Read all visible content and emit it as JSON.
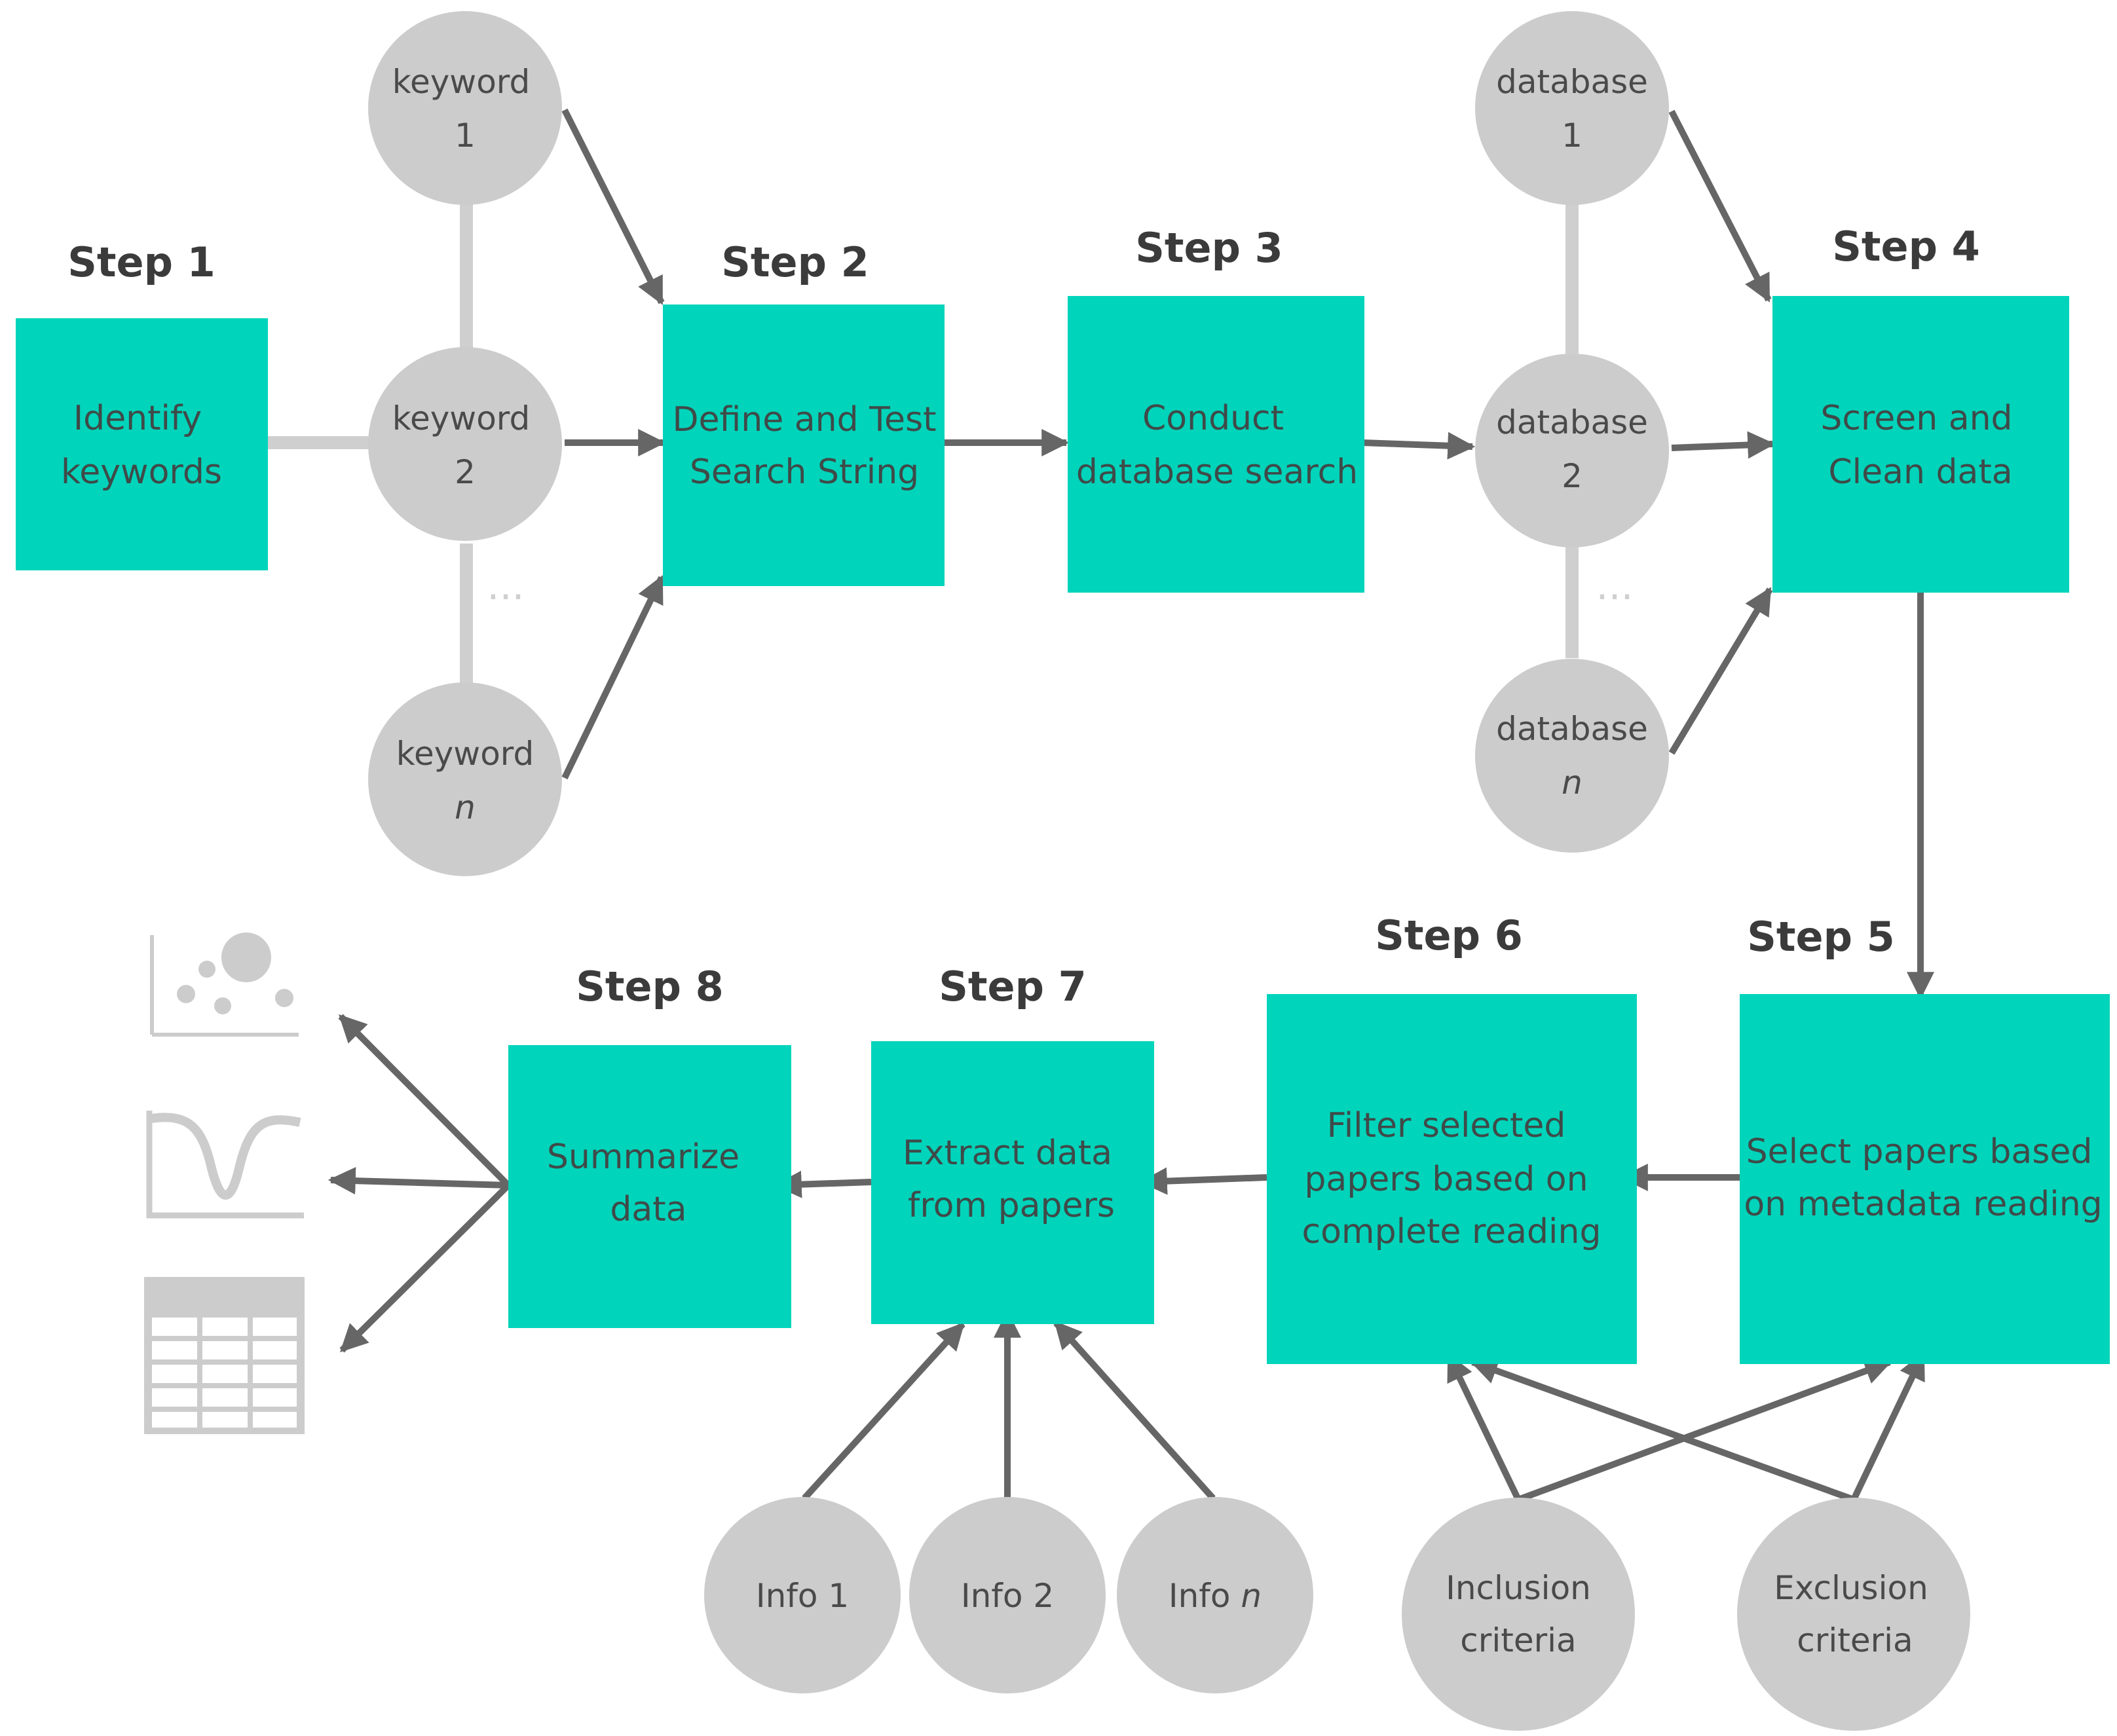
{
  "colors": {
    "box": "#00d4bb",
    "circle": "#cccccc",
    "connector": "#cfcfcf",
    "arrow": "#666666",
    "icon": "#cccccc"
  },
  "steps": {
    "s1": {
      "title": "Step 1",
      "line1": "Identify",
      "line2": "keywords"
    },
    "s2": {
      "title": "Step 2",
      "line1": "Define and Test",
      "line2": "Search String"
    },
    "s3": {
      "title": "Step 3",
      "line1": "Conduct",
      "line2": "database search"
    },
    "s4": {
      "title": "Step 4",
      "line1": "Screen and",
      "line2": "Clean data"
    },
    "s5": {
      "title": "Step 5",
      "line1": "Select papers based",
      "line2": "on metadata reading"
    },
    "s6": {
      "title": "Step 6",
      "line1": "Filter selected",
      "line2": "papers based on",
      "line3": "complete reading"
    },
    "s7": {
      "title": "Step 7",
      "line1": "Extract data",
      "line2": "from papers"
    },
    "s8": {
      "title": "Step 8",
      "line1": "Summarize",
      "line2": "data"
    }
  },
  "keywords": {
    "k1": {
      "line1": "keyword",
      "line2": "1"
    },
    "k2": {
      "line1": "keyword",
      "line2": "2"
    },
    "kn": {
      "line1": "keyword",
      "line2": "n"
    },
    "ellipsis": "..."
  },
  "databases": {
    "d1": {
      "line1": "database",
      "line2": "1"
    },
    "d2": {
      "line1": "database",
      "line2": "2"
    },
    "dn": {
      "line1": "database",
      "line2": "n"
    },
    "ellipsis": "..."
  },
  "info": {
    "i1": {
      "label": "Info 1"
    },
    "i2": {
      "label": "Info 2"
    },
    "in": {
      "prefix": "Info ",
      "suffix": "n"
    }
  },
  "criteria": {
    "inclusion": {
      "line1": "Inclusion",
      "line2": "criteria"
    },
    "exclusion": {
      "line1": "Exclusion",
      "line2": "criteria"
    }
  },
  "output_icons": [
    "scatter-plot-icon",
    "curve-chart-icon",
    "table-icon"
  ]
}
